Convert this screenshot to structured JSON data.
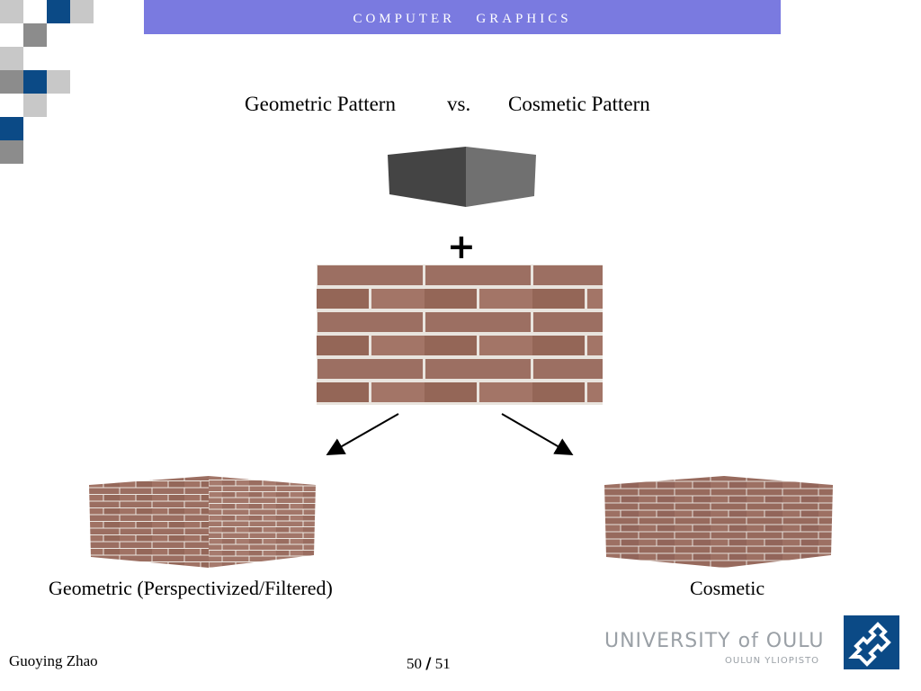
{
  "header": {
    "title": "COMPUTER   GRAPHICS"
  },
  "slide": {
    "heading_left": "Geometric Pattern",
    "heading_mid": "vs.",
    "heading_right": "Cosmetic Pattern",
    "plus_sign": "+",
    "label_left": "Geometric (Perspectivized/Filtered)",
    "label_right": "Cosmetic"
  },
  "footer": {
    "author": "Guoying Zhao",
    "page_current": "50",
    "page_separator": "/",
    "page_total": "51",
    "university_name": "UNIVERSITY of OULU",
    "university_subname": "OULUN YLIOPISTO"
  },
  "colors": {
    "header_bar": "#7a7ae0",
    "navy_square": "#0b4a86",
    "gray_square": "#8c8c8c",
    "light_square": "#c8c8c8",
    "brick": "#9c6f62",
    "mortar": "#e9e4de"
  }
}
